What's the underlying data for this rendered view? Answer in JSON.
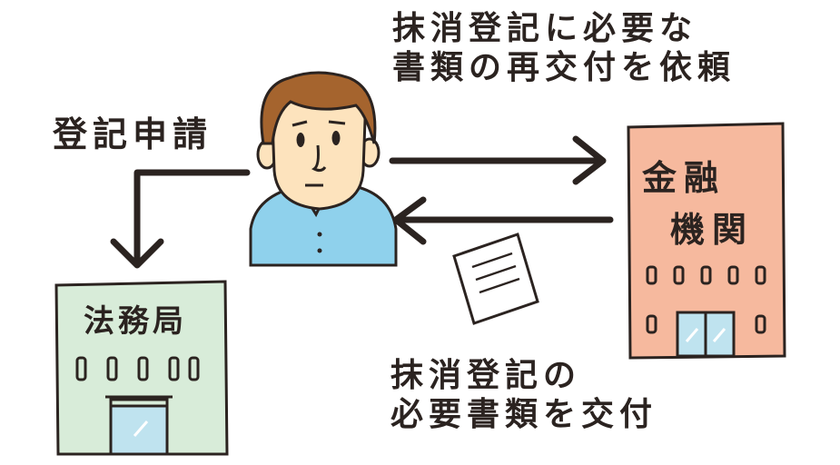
{
  "labels": {
    "request_line1": "抹消登記に必要な",
    "request_line2": "書類の再交付を依頼",
    "registration": "登記申請",
    "issue_line1": "抹消登記の",
    "issue_line2": "必要書類を交付"
  },
  "buildings": {
    "legal_affairs_bureau": "法務局",
    "bank_line1": "金融",
    "bank_line2": "機関"
  },
  "colors": {
    "ink": "#2b2320",
    "bureau_fill": "#d8ecd9",
    "bank_fill": "#f6b99e",
    "shirt_fill": "#8fd1ec",
    "skin_fill": "#fde3bd",
    "hair_fill": "#a5642e",
    "window_glass": "#bfe3ef"
  },
  "icons": [
    "person-icon",
    "document-icon",
    "arrow-right-icon",
    "arrow-left-icon",
    "arrow-down-icon",
    "building-icon",
    "bank-building-icon"
  ]
}
